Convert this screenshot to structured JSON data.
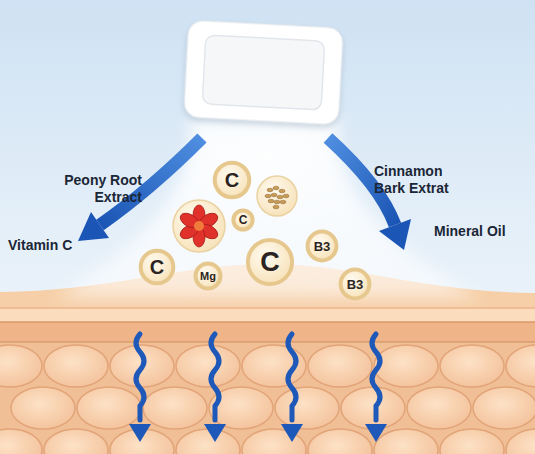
{
  "diagram": {
    "nodes": [
      {
        "text": [
          "C"
        ]
      },
      {
        "text": [
          "C"
        ]
      },
      {
        "text": [
          "C"
        ]
      },
      {
        "text": [
          "Mg"
        ]
      },
      {
        "text": [
          "C"
        ]
      },
      {
        "text": [
          "B3"
        ]
      },
      {
        "text": [
          "B3"
        ]
      }
    ],
    "labels": [
      "Peony Root Extract",
      "Vitamin C",
      "Cinnamon Bark Extrat",
      "Mineral Oil"
    ]
  }
}
